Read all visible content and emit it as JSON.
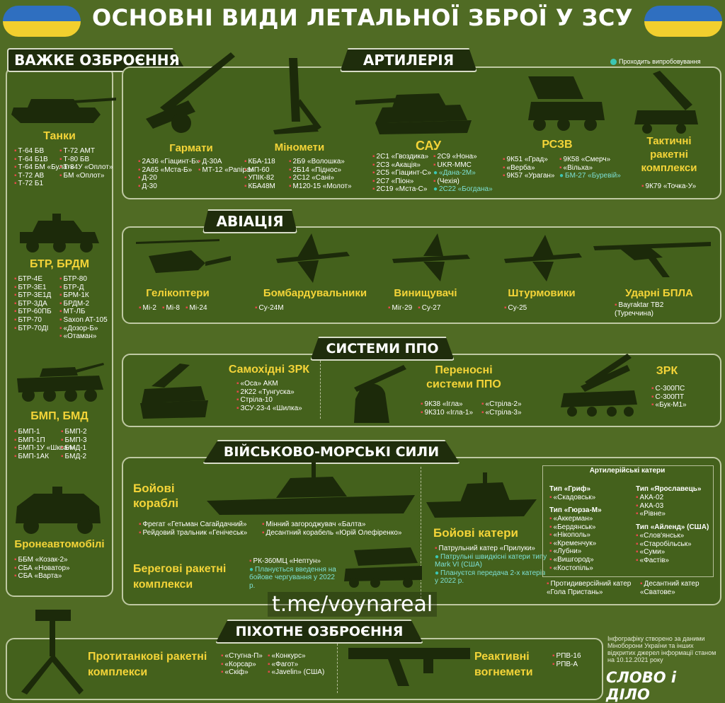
{
  "title": "ОСНОВНІ ВИДИ ЛЕТАЛЬНОЇ ЗБРОЇ У ЗСУ",
  "legend": "Проходить випробовування",
  "heavy": {
    "header": "ВАЖКЕ ОЗБРОЄННЯ",
    "tanks": {
      "title": "Танки",
      "col1": [
        "Т-64 БВ",
        "Т-64 Б1В",
        "Т-64 БМ «Булат»",
        "Т-72 АВ",
        "Т-72 Б1"
      ],
      "col2": [
        "Т-72 АМТ",
        "Т-80 БВ",
        "Т-84У «Оплот»",
        "БМ «Оплот»"
      ]
    },
    "btr": {
      "title": "БТР, БРДМ",
      "col1": [
        "БТР-4Е",
        "БТР-3Е1",
        "БТР-3Е1Д",
        "БТР-3ДА",
        "БТР-60ПБ",
        "БТР-70",
        "БТР-70ДІ"
      ],
      "col2": [
        "БТР-80",
        "БТР-Д",
        "БРМ-1К",
        "БРДМ-2",
        "МТ-ЛБ",
        "Saxon AT-105",
        "«Дозор-Б»",
        "«Отаман»"
      ]
    },
    "bmp": {
      "title": "БМП, БМД",
      "col1": [
        "БМП-1",
        "БМП-1П",
        "БМП-1У «Шквал»",
        "БМП-1АК"
      ],
      "col2": [
        "БМП-2",
        "БМП-3",
        "БМД-1",
        "БМД-2"
      ]
    },
    "armored": {
      "title": "Бронеавтомобілі",
      "items": [
        "ББМ «Козак-2»",
        "СБА «Новатор»",
        "СБА «Варта»"
      ]
    }
  },
  "artillery": {
    "header": "АРТИЛЕРІЯ",
    "guns": {
      "title": "Гармати",
      "col1": [
        "2А36 «Гіацинт-Б»",
        "2А65 «Мста-Б»",
        "Д-20",
        "Д-30"
      ],
      "col2": [
        "Д-30А",
        "МТ-12 «Рапіра»"
      ]
    },
    "mortars": {
      "title": "Міномети",
      "col1": [
        "КБА-118",
        "МП-60",
        "УПІК-82",
        "КБА48М"
      ],
      "col2": [
        "2Б9 «Волошка»",
        "2Б14 «Піднос»",
        "2С12 «Сані»",
        "М120-15 «Молот»"
      ]
    },
    "sau": {
      "title": "САУ",
      "col1": [
        "2С1 «Гвоздика»",
        "2С3 «Акація»",
        "2С5 «Гіацинт-С»",
        "2С7 «Піон»",
        "2С19 «Мста-С»"
      ],
      "col2": [
        "2С9 «Нона»",
        "UKR-MMC",
        "«Дана-2М»",
        "(Чехія)",
        "2С22 «Богдана»"
      ]
    },
    "mlrs": {
      "title": "РСЗВ",
      "col1": [
        "9К51 «Град»",
        "«Верба»",
        "9К57 «Ураган»"
      ],
      "col2": [
        "9К58 «Смерч»",
        "«Вільха»",
        "БМ-27 «Буревій»"
      ]
    },
    "tactical": {
      "title": "Тактичні ракетні комплекси",
      "items": [
        "9К79 «Точка-У»"
      ]
    }
  },
  "aviation": {
    "header": "АВІАЦІЯ",
    "heli": {
      "title": "Гелікоптери",
      "items": [
        "Мі-2",
        "Мі-8",
        "Мі-24"
      ]
    },
    "bombers": {
      "title": "Бомбардувальники",
      "items": [
        "Су-24М"
      ]
    },
    "fighters": {
      "title": "Винищувачі",
      "items": [
        "Міг-29",
        "Су-27"
      ]
    },
    "attack": {
      "title": "Штурмовики",
      "items": [
        "Су-25"
      ]
    },
    "uav": {
      "title": "Ударні БПЛА",
      "items": [
        "Bayraktar TB2 (Туреччина)"
      ]
    }
  },
  "air_defense": {
    "header": "СИСТЕМИ ППО",
    "sp": {
      "title": "Самохідні ЗРК",
      "items": [
        "«Оса» АКМ",
        "2К22 «Тунгуска»",
        "Стріла-10",
        "ЗСУ-23-4 «Шилка»"
      ]
    },
    "manpads": {
      "title": "Переносні системи ППО",
      "col1": [
        "9К38 «Ігла»",
        "9К310 «Ігла-1»"
      ],
      "col2": [
        "«Стріла-2»",
        "«Стріла-3»"
      ]
    },
    "zrk": {
      "title": "ЗРК",
      "items": [
        "С-300ПС",
        "С-300ПТ",
        "«Бук-М1»"
      ]
    }
  },
  "navy": {
    "header": "ВІЙСЬКОВО-МОРСЬКІ СИЛИ",
    "warships": {
      "title": "Бойові кораблі",
      "col1": [
        "Фрегат «Гетьман Сагайдачний»",
        "Рейдовий тральник «Генічеськ»"
      ],
      "col2": [
        "Мінний загороджувач «Балта»",
        "Десантний корабель «Юрій Олефіренко»"
      ]
    },
    "coastal": {
      "title": "Берегові ракетні комплекси",
      "items": [
        "РК-360МЦ «Нептун»",
        "Планується введення на бойове чергування у 2022 р."
      ]
    },
    "boats": {
      "title": "Бойові катери",
      "items": [
        "Патрульний катер «Прилуки»",
        "Патрульні швидкісні катери типу Mark VI (США)",
        "Плануєтся передача 2-х катерів у 2022 р."
      ]
    },
    "art_boats": {
      "title": "Артилерійські катери",
      "griff": {
        "name": "Тип «Гриф»",
        "items": [
          "«Скадовськ»"
        ]
      },
      "yurza": {
        "name": "Тип «Гюрза-М»",
        "items": [
          "«Аккерман»",
          "«Бердянськ»",
          "«Нікополь»",
          "«Кременчук»",
          "«Лубни»",
          "«Вишгород»",
          "«Костопіль»"
        ]
      },
      "yaroslav": {
        "name": "Тип «Ярославець»",
        "items": [
          "АКА-02",
          "АКА-03",
          "«Рівне»"
        ]
      },
      "island": {
        "name": "Тип «Айленд» (США)",
        "items": [
          "«Слов'янськ»",
          "«Старобільськ»",
          "«Суми»",
          "«Фастів»"
        ]
      }
    },
    "extra": [
      "Протидиверсійний катер «Гола Пристань»",
      "Десантний катер «Сватове»"
    ]
  },
  "infantry": {
    "header": "ПІХОТНЕ ОЗБРОЄННЯ",
    "atgm": {
      "title": "Протитанкові ракетні комплекси",
      "col1": [
        "«Стугна-П»",
        "«Корсар»",
        "«Скіф»"
      ],
      "col2": [
        "«Конкурс»",
        "«Фагот»",
        "«Javelin» (США)"
      ]
    },
    "flame": {
      "title": "Реактивні вогнемети",
      "items": [
        "РПВ-16",
        "РПВ-А"
      ]
    }
  },
  "source": "Інфографіку створено за даними Міноборони України та інших відкритих джерел інформації станом на 10.12.2021 року",
  "brand": "СЛОВО і ДІЛО",
  "watermark": "t.me/voynareal",
  "colors": {
    "bg": "#506b24",
    "panel": "#44611c",
    "accent": "#f4d438",
    "bullet": "#e24b4b",
    "testing": "#3cc6b4"
  }
}
